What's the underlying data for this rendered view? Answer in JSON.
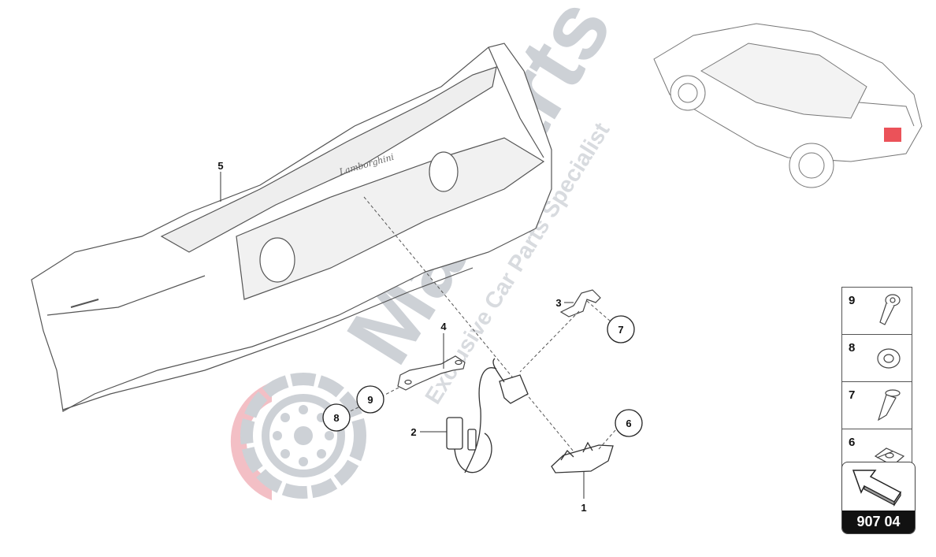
{
  "diagram": {
    "page_code": "907 04",
    "callouts": [
      {
        "label": "1"
      },
      {
        "label": "2"
      },
      {
        "label": "3"
      },
      {
        "label": "4"
      },
      {
        "label": "5"
      },
      {
        "label": "6"
      },
      {
        "label": "7"
      },
      {
        "label": "8"
      },
      {
        "label": "9"
      }
    ],
    "bumper_brand_script": "Lamborghini"
  },
  "legend": [
    {
      "label": "9",
      "icon": "torx-bolt-icon"
    },
    {
      "label": "8",
      "icon": "washer-icon"
    },
    {
      "label": "7",
      "icon": "screw-icon"
    },
    {
      "label": "6",
      "icon": "clip-nut-icon"
    }
  ],
  "watermark": {
    "brand": "Masparts",
    "tagline": "Exclusive Car Parts Specialist"
  },
  "colors": {
    "line": "#555555",
    "watermark_gray": "#c8ccd2",
    "watermark_red": "#f2b8bf",
    "highlight_red": "#e8343c"
  }
}
